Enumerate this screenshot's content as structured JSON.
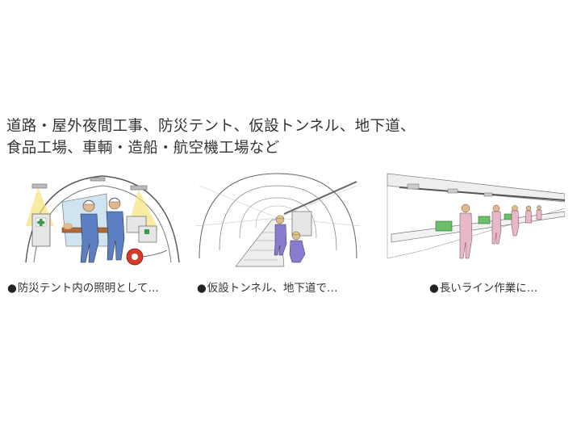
{
  "heading": {
    "line1": "道路・屋外夜間工事、防災テント、仮設トンネル、地下道、",
    "line2": "食品工場、車輌・造船・航空機工場など"
  },
  "captions": [
    {
      "bullet": "●",
      "text": "防災テント内の照明として…"
    },
    {
      "bullet": "●",
      "text": "仮設トンネル、地下道で…"
    },
    {
      "bullet": "●",
      "text": "長いライン作業に…"
    }
  ],
  "colors": {
    "worker_blue": "#5b7fc2",
    "worker_pink": "#e8b8c8",
    "light_yellow": "#f6e27a",
    "tent_sky": "#cfe3f0",
    "cross_green": "#3a9a4a",
    "reel_red": "#d83a2a"
  },
  "icons": [
    "tent-illustration",
    "tunnel-illustration",
    "factory-line-illustration"
  ]
}
